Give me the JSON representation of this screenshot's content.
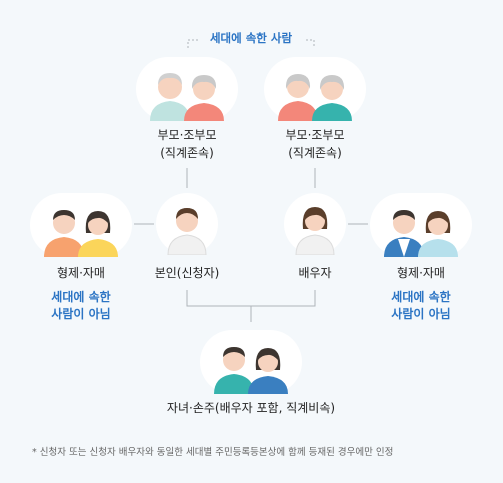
{
  "header": {
    "title": "세대에 속한 사람"
  },
  "nodes": {
    "parents_left": {
      "line1": "부모·조부모",
      "line2": "(직계존속)"
    },
    "parents_right": {
      "line1": "부모·조부모",
      "line2": "(직계존속)"
    },
    "siblings_left": {
      "label": "형제·자매",
      "note1": "세대에 속한",
      "note2": "사람이 아님"
    },
    "self": {
      "label": "본인(신청자)"
    },
    "spouse": {
      "label": "배우자"
    },
    "siblings_right": {
      "label": "형제·자매",
      "note1": "세대에 속한",
      "note2": "사람이 아님"
    },
    "children": {
      "label": "자녀·손주(배우자 포함, 직계비속)"
    }
  },
  "footnote": "* 신청자 또는 신청자 배우자와 동일한 세대별 주민등록등본상에 함께 등재된 경우에만 인정",
  "colors": {
    "accent": "#2b74c4",
    "line": "#aeb4ba",
    "skin": "#f6d3bf",
    "hair_dark": "#3d3530",
    "hair_grey": "#c9c9c9",
    "shirt_mint": "#bfe3e0",
    "shirt_salmon": "#f3877a",
    "shirt_orange": "#f7a26e",
    "shirt_yellow": "#fbd55a",
    "shirt_teal": "#36b3ad",
    "shirt_blue": "#3a7fc0",
    "shirt_white": "#f1f1f1",
    "shirt_lightblue": "#b6e0ec"
  }
}
